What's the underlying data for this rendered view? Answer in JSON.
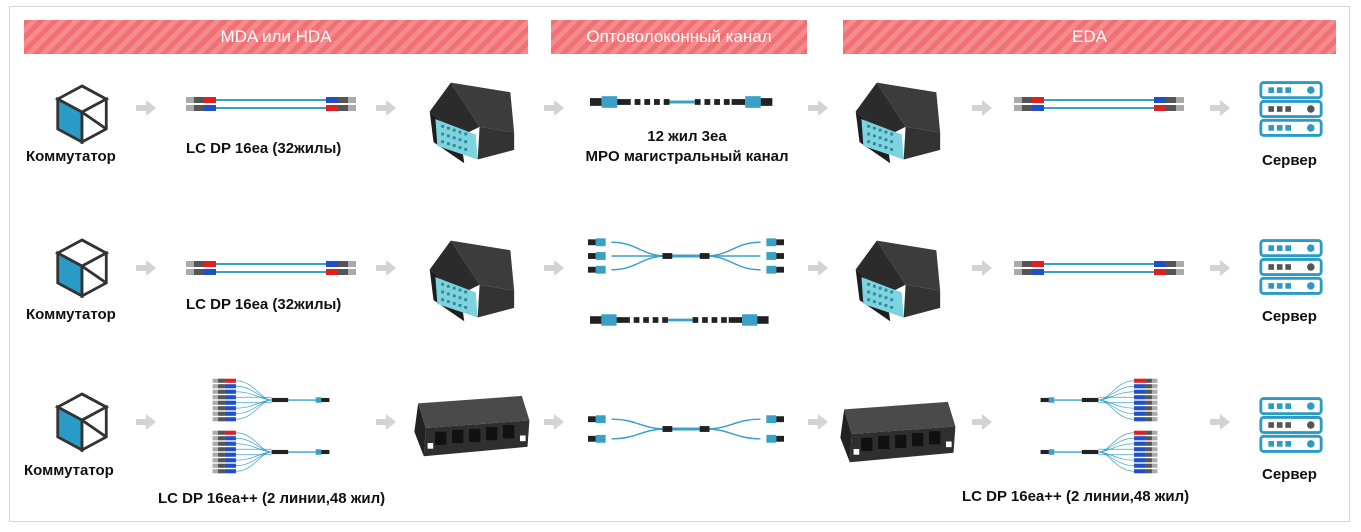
{
  "headers": {
    "mda": "MDA или HDA",
    "fiber": "Оптоволоконный канал",
    "eda": "EDA"
  },
  "rows": [
    {
      "switch_label": "Коммутатор",
      "left_cable_label": "LC DP 16ea (32жилы)",
      "trunk_label_1": "12 жил 3ea",
      "trunk_label_2": "MPO магистральный канал",
      "server_label": "Сервер"
    },
    {
      "switch_label": "Коммутатор",
      "left_cable_label": "LC DP 16ea (32жилы)",
      "server_label": "Сервер"
    },
    {
      "switch_label": "Коммутатор",
      "left_cable_label": "LC DP 16ea++ (2 линии,48 жил)",
      "right_cable_label": "LC DP 16ea++ (2 линии,48 жил)",
      "server_label": "Сервер"
    }
  ],
  "colors": {
    "band": "#f07074",
    "fiber": "#3aa0c8",
    "cube": "#2a9bc7",
    "server": "#2a9bc7",
    "arrow": "#d3d3d3",
    "module": "#2b2b2b",
    "ports": "#7fd3de",
    "red": "#e02020",
    "blue": "#2050c8"
  },
  "icons": [
    "switch-cube-icon",
    "arrow-right-icon",
    "lc-duplex-cable-icon",
    "mpo-cassette-icon",
    "mpo-trunk-cable-icon",
    "mpo-fanout-cable-icon",
    "patch-panel-icon",
    "lc-breakout-cable-icon",
    "server-rack-icon"
  ]
}
